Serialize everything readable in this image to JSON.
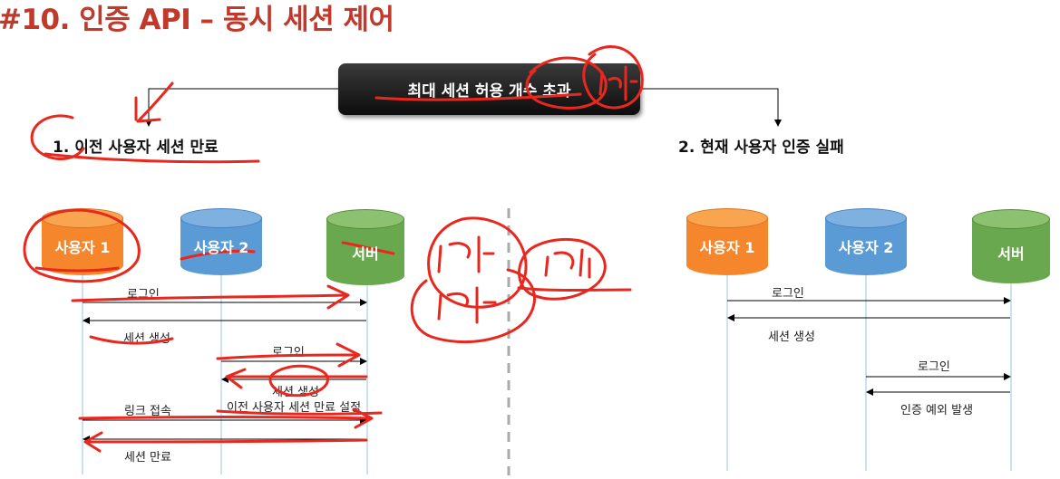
{
  "title": "#10. 인증 API – 동시 세션 제어",
  "banner": "최대 세션 허용 개수 초과",
  "left": {
    "heading": "1. 이전 사용자 세션 만료",
    "actors": [
      "사용자 1",
      "사용자 2",
      "서버"
    ],
    "messages": [
      "로그인",
      "세션 생성",
      "로그인",
      "세션 생성",
      "이전 사용자 세션 만료 설정",
      "링크 접속",
      "세션 만료"
    ]
  },
  "right": {
    "heading": "2. 현재 사용자 인증 실패",
    "actors": [
      "사용자 1",
      "사용자 2",
      "서버"
    ],
    "messages": [
      "로그인",
      "세션 생성",
      "로그인",
      "인증  예외 발생"
    ]
  },
  "colors": {
    "title": "#c0392b",
    "user1": "#f5862b",
    "user2": "#5b9bd5",
    "server": "#6aa84f",
    "annotation": "#e8281e",
    "lifeline": "#9dc3e6"
  }
}
